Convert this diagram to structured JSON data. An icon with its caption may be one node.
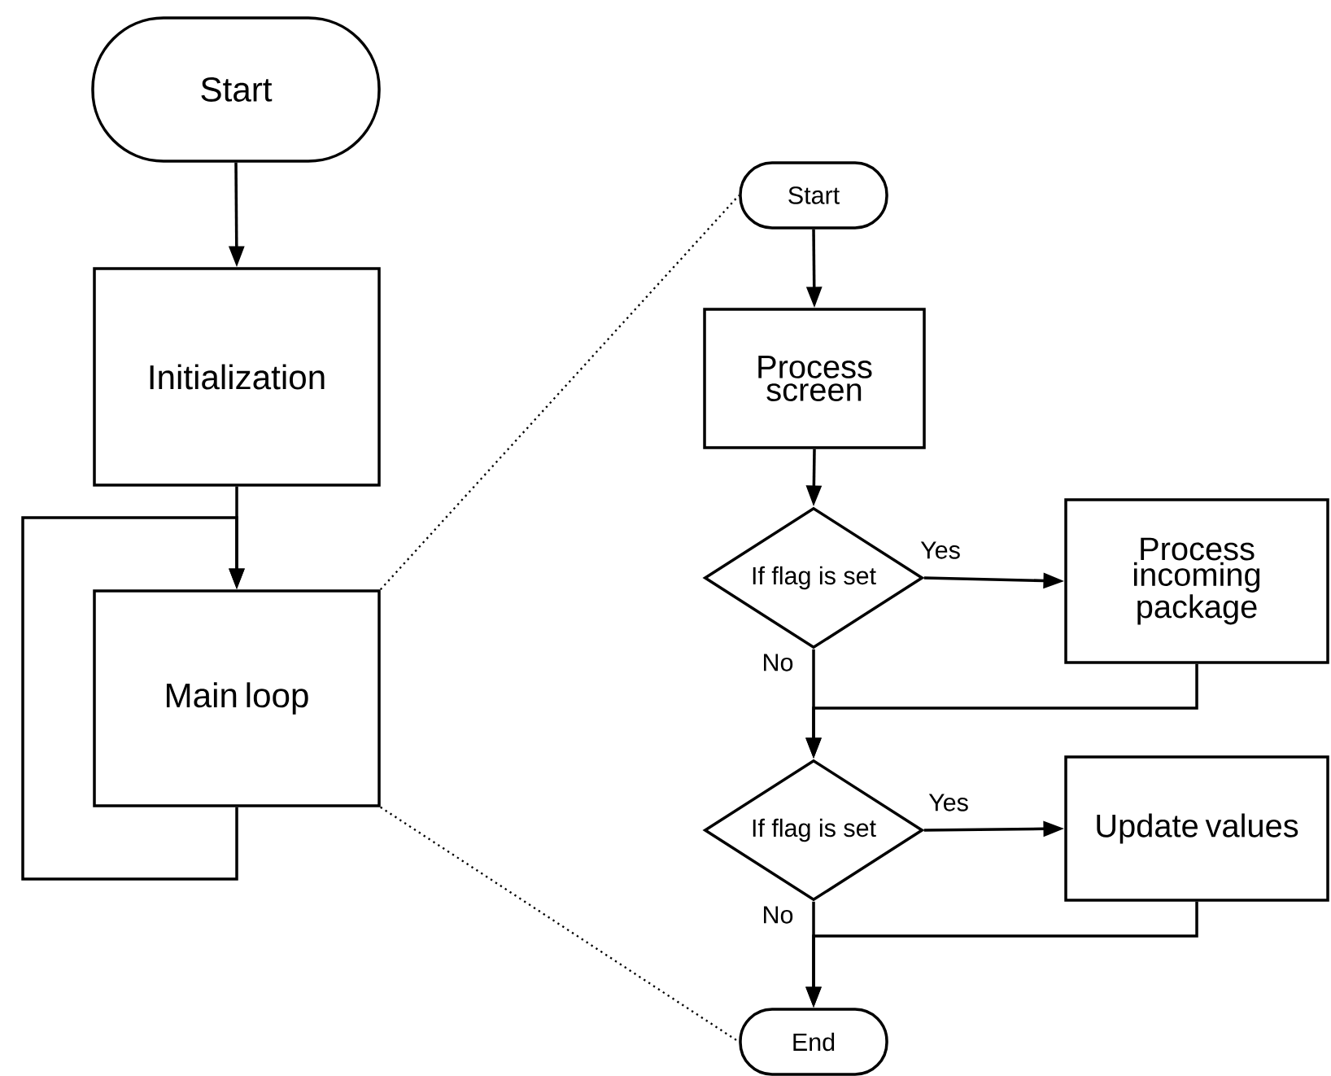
{
  "diagram": {
    "nodes": [
      {
        "text": [
          "Start"
        ]
      },
      {
        "text": [
          "Initialization"
        ]
      },
      {
        "text": [
          "Main loop"
        ]
      },
      {
        "text": [
          "Start"
        ]
      },
      {
        "text": [
          "Process screen"
        ]
      },
      {
        "text": [
          "If flag is set"
        ]
      },
      {
        "text": [
          "Process incoming package"
        ]
      },
      {
        "text": [
          "If flag is set"
        ]
      },
      {
        "text": [
          "Update values"
        ]
      },
      {
        "text": [
          "End"
        ]
      }
    ],
    "edges": [
      {
        "from": 0,
        "to": 1,
        "arrow": "to"
      },
      {
        "from": 1,
        "to": 2,
        "arrow": "to"
      },
      {
        "from": 2,
        "to": 2,
        "arrow": "to"
      },
      {
        "from": 2,
        "to": 3,
        "arrow": "none",
        "style": "dashed"
      },
      {
        "from": 2,
        "to": 9,
        "arrow": "none",
        "style": "dashed"
      },
      {
        "from": 3,
        "to": 4,
        "arrow": "to"
      },
      {
        "from": 4,
        "to": 5,
        "arrow": "to"
      },
      {
        "from": 5,
        "to": 6,
        "arrow": "to",
        "label": "Yes"
      },
      {
        "from": 5,
        "to": 7,
        "arrow": "to",
        "label": "No"
      },
      {
        "from": 6,
        "to": 7,
        "arrow": "to"
      },
      {
        "from": 7,
        "to": 8,
        "arrow": "to",
        "label": "Yes"
      },
      {
        "from": 7,
        "to": 9,
        "arrow": "to",
        "label": "No"
      },
      {
        "from": 8,
        "to": 9,
        "arrow": "to"
      }
    ]
  }
}
